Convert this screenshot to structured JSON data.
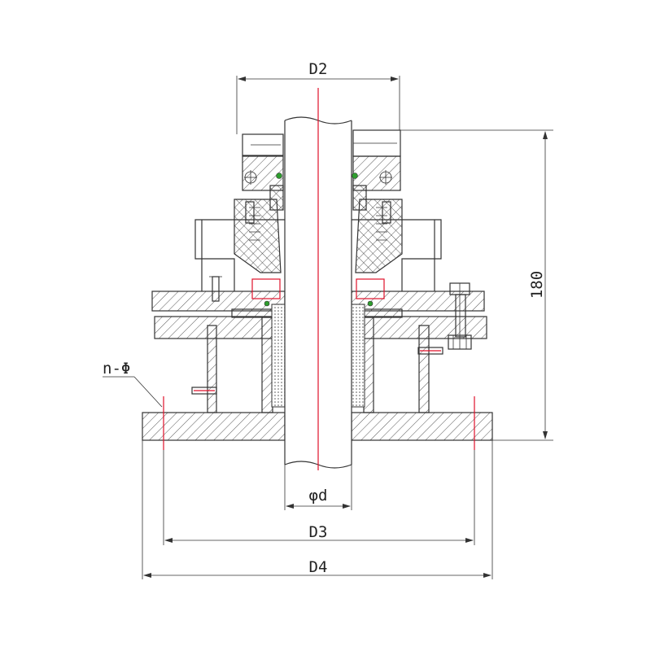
{
  "labels": {
    "d2": "D2",
    "d3": "D3",
    "d4": "D4",
    "shaft": "φd",
    "height": "180",
    "holes": "n-Φ"
  },
  "colors": {
    "line": "#333333",
    "centerline": "#e0102a",
    "seal_ring": "#e0102a",
    "o_ring": "#2e9e2e"
  }
}
